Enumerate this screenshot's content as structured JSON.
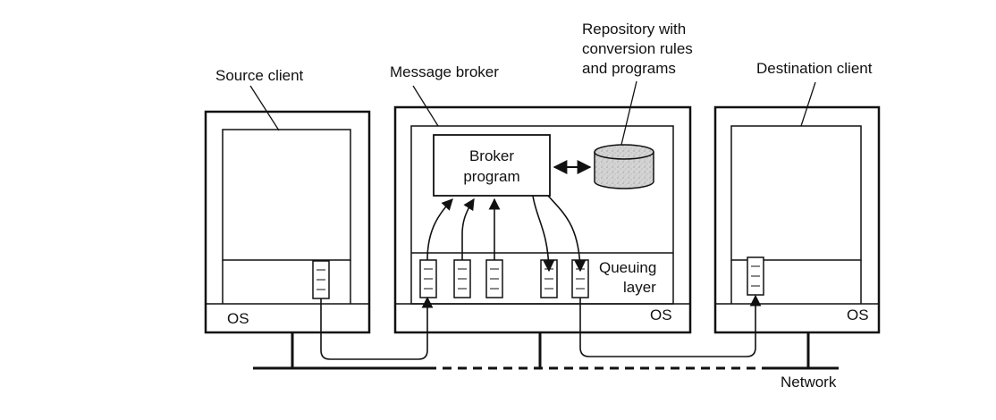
{
  "labels": {
    "source_client": "Source client",
    "message_broker": "Message broker",
    "destination_client": "Destination client",
    "repository_line1": "Repository with",
    "repository_line2": "conversion rules",
    "repository_line3": "and programs",
    "broker_program_line1": "Broker",
    "broker_program_line2": "program",
    "queuing_layer_line1": "Queuing",
    "queuing_layer_line2": "layer",
    "network": "Network"
  },
  "os_labels": {
    "source": "OS",
    "broker": "OS",
    "destination": "OS"
  }
}
